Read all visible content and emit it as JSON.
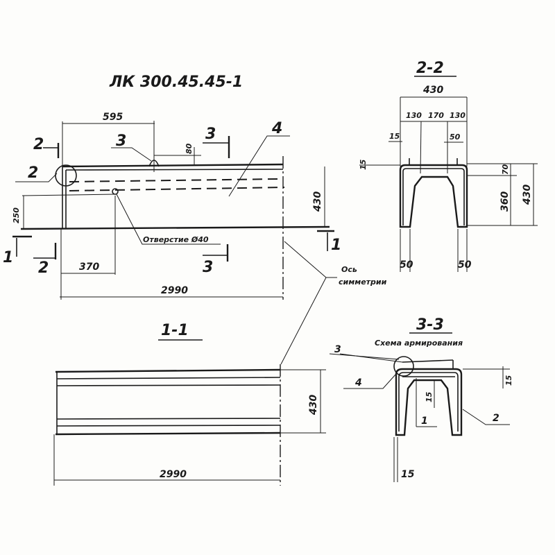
{
  "elevation": {
    "title": "ЛК 300.45.45-1",
    "dims": {
      "top_offset": "595",
      "rib_height": "80",
      "height": "430",
      "hole_height": "250",
      "hole_offset": "370",
      "length": "2990"
    },
    "callouts": {
      "rib": "3",
      "detail": "2",
      "rebar": "4"
    },
    "section_marks": {
      "s2_top": "2",
      "s2_bottom": "2",
      "s3_top": "3",
      "s3_bottom": "3",
      "s1_left": "1",
      "s1_right": "1"
    },
    "hole_label": "Отверстие Ø40",
    "axis_label_line1": "Ось",
    "axis_label_line2": "симметрии"
  },
  "section_1_1": {
    "title": "1-1",
    "height": "430",
    "length": "2990"
  },
  "section_2_2": {
    "title": "2-2",
    "width": "430",
    "segments": [
      "130",
      "170",
      "130"
    ],
    "dims": {
      "left_15": "15",
      "flange_15": "15",
      "rib_50": "50",
      "flange_70": "70",
      "leg_360": "360",
      "total_430": "430",
      "bottom_left_50": "50",
      "bottom_right_50": "50"
    }
  },
  "section_3_3": {
    "title": "3-3",
    "subtitle": "Схема армирования",
    "callouts": {
      "c3": "3",
      "c4": "4",
      "c1": "1",
      "c2": "2"
    },
    "dims": {
      "inner_15": "15",
      "right_15": "15",
      "bottom_15": "15"
    }
  }
}
